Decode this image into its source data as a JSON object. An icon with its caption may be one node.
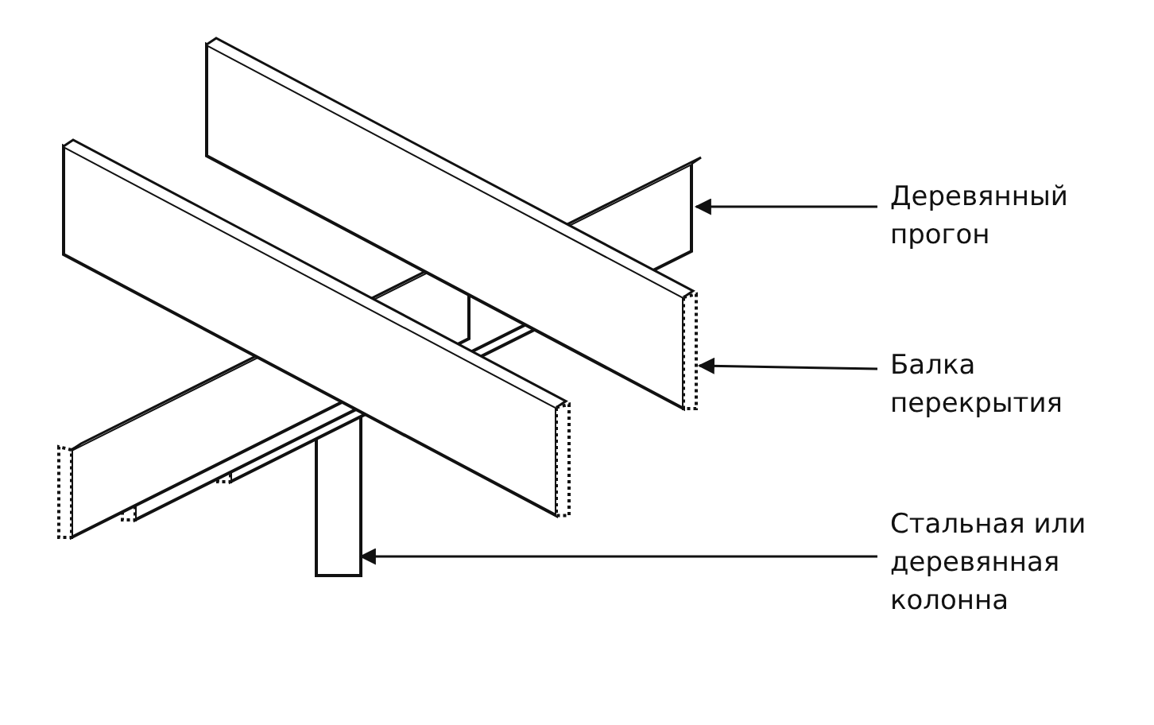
{
  "diagram": {
    "nodes": [
      {
        "text": [
          "Деревянный прогон"
        ]
      },
      {
        "text": [
          "Балка перекрытия"
        ]
      },
      {
        "text": [
          "Стальная или деревянная колонна"
        ]
      },
      {
        "text": [],
        "shape": "picture"
      },
      {
        "text": [],
        "shape": "picture"
      },
      {
        "text": [],
        "shape": "picture"
      }
    ],
    "edges": [
      {
        "from": 0,
        "to": 3,
        "arrow": "to"
      },
      {
        "from": 1,
        "to": 4,
        "arrow": "to"
      },
      {
        "from": 2,
        "to": 5,
        "arrow": "to"
      }
    ]
  }
}
